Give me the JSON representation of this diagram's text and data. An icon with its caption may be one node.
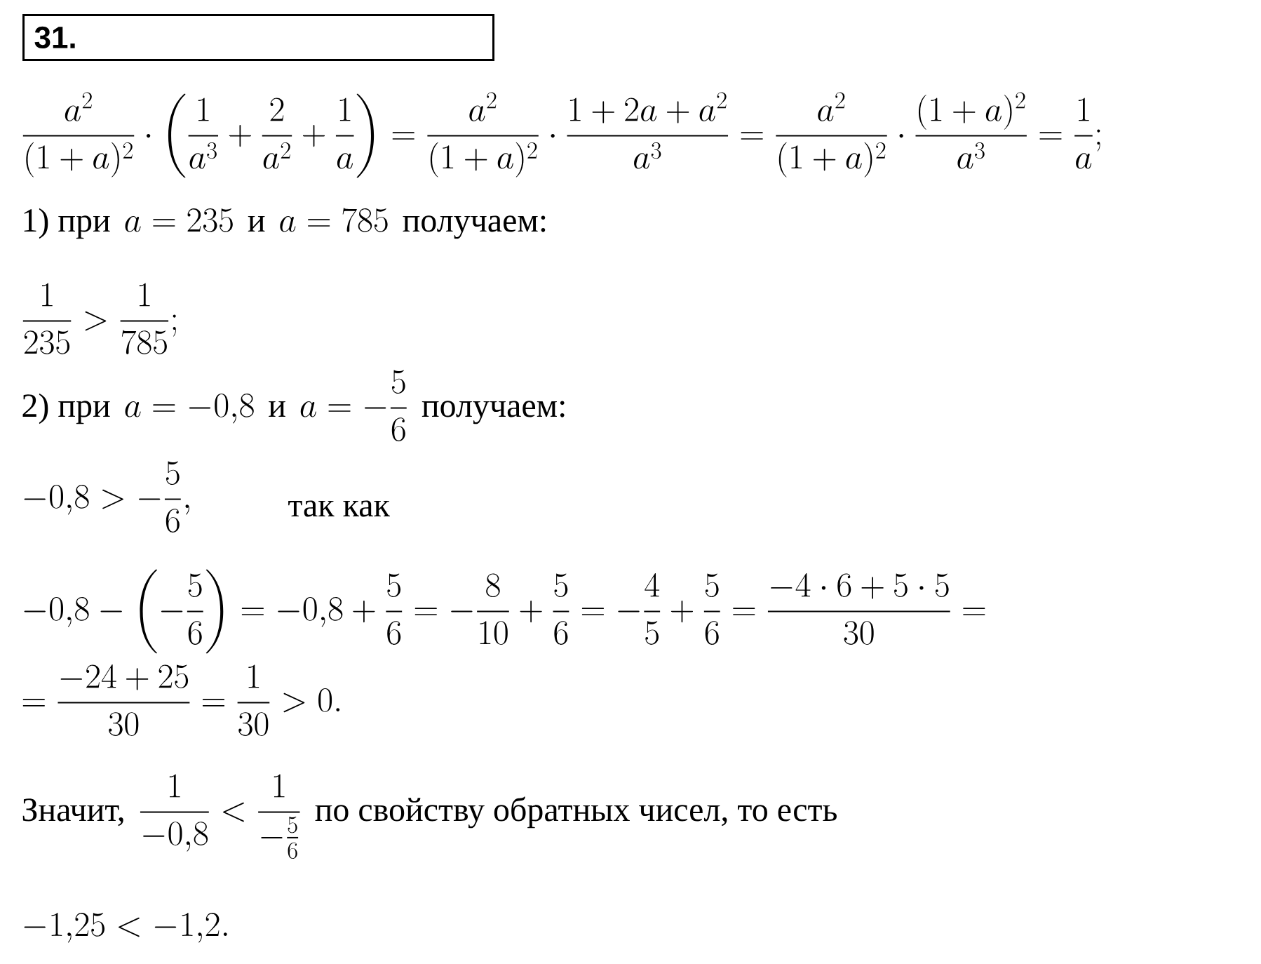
{
  "diagram": {
    "nodes": [
      {
        "text": [
          "31."
        ]
      }
    ],
    "labels": [
      "\\frac{a^2}{(1+a)^2}\\cdot\\left(\\frac{1}{a^3}+\\frac{2}{a^2}+\\frac{1}{a}\\right)=\\frac{a^2}{(1+a)^2}\\cdot\\frac{1+2a+a^2}{a^3}=\\frac{a^2}{(1+a)^2}\\cdot\\frac{(1+a)^2}{a^3}=\\frac{1}{a};",
      "1) при",
      "a = 235",
      "и",
      "a = 785",
      "получаем:",
      "\\frac{1}{235} > \\frac{1}{785};",
      "2) при",
      "a = -0{,}8",
      "и",
      "a = -\\frac{5}{6}",
      "получаем:",
      "-0{,}8 > -\\frac{5}{6},",
      "так как",
      "-0{,}8-\\left(-\\frac{5}{6}\\right)=-0{,}8+\\frac{5}{6}=-\\frac{8}{10}+\\frac{5}{6}=-\\frac{4}{5}+\\frac{5}{6}=\\frac{-4\\cdot 6+5\\cdot 5}{30}=",
      "=\\frac{-24+25}{30}=\\frac{1}{30}>0.",
      "Значит,",
      "\\frac{1}{-0{,}8}<\\frac{1}{-\\frac{5}{6}}",
      "по свойству обратных чисел, то есть",
      "-1{,}25 < -1{,}2."
    ]
  }
}
